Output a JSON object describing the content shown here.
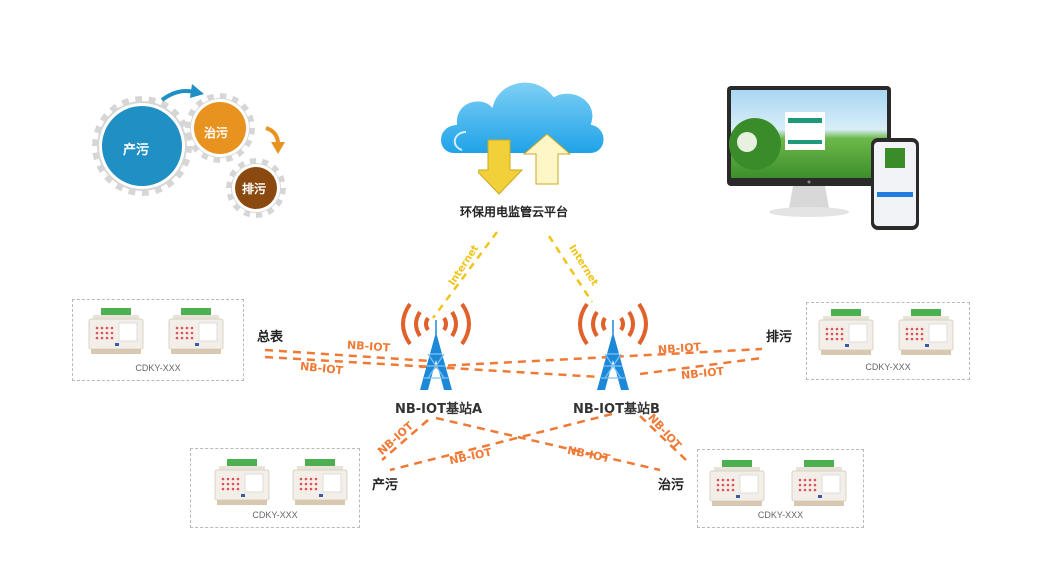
{
  "process_gears": {
    "items": [
      {
        "label": "产污",
        "color": "#1f8fc4"
      },
      {
        "label": "治污",
        "color": "#e8921f"
      },
      {
        "label": "排污",
        "color": "#8a4a0f"
      }
    ],
    "arrow_colors": [
      "#1f8fc4",
      "#e8921f"
    ]
  },
  "platform": {
    "label": "环保用电监管云平台",
    "cloud_color": "#2ba6e6",
    "arrow_color": "#f2d03a"
  },
  "internet_links": [
    {
      "label": "Internet",
      "color": "#f0c419"
    },
    {
      "label": "Internet",
      "color": "#f0c419"
    }
  ],
  "stations": [
    {
      "id": "A",
      "label": "NB-IOT基站A"
    },
    {
      "id": "B",
      "label": "NB-IOT基站B"
    }
  ],
  "colors": {
    "nbiot": "#f07a35",
    "signal": "#e0612a",
    "tower": "#1e88d8"
  },
  "site_labels": {
    "total": "总表",
    "discharge": "排污",
    "produce": "产污",
    "treat": "治污"
  },
  "nbiot_link_label": "NB-IOT",
  "device_groups": [
    {
      "name": "total",
      "model": "CDKY-XXX"
    },
    {
      "name": "discharge",
      "model": "CDKY-XXX"
    },
    {
      "name": "produce",
      "model": "CDKY-XXX"
    },
    {
      "name": "treat",
      "model": "CDKY-XXX"
    }
  ]
}
